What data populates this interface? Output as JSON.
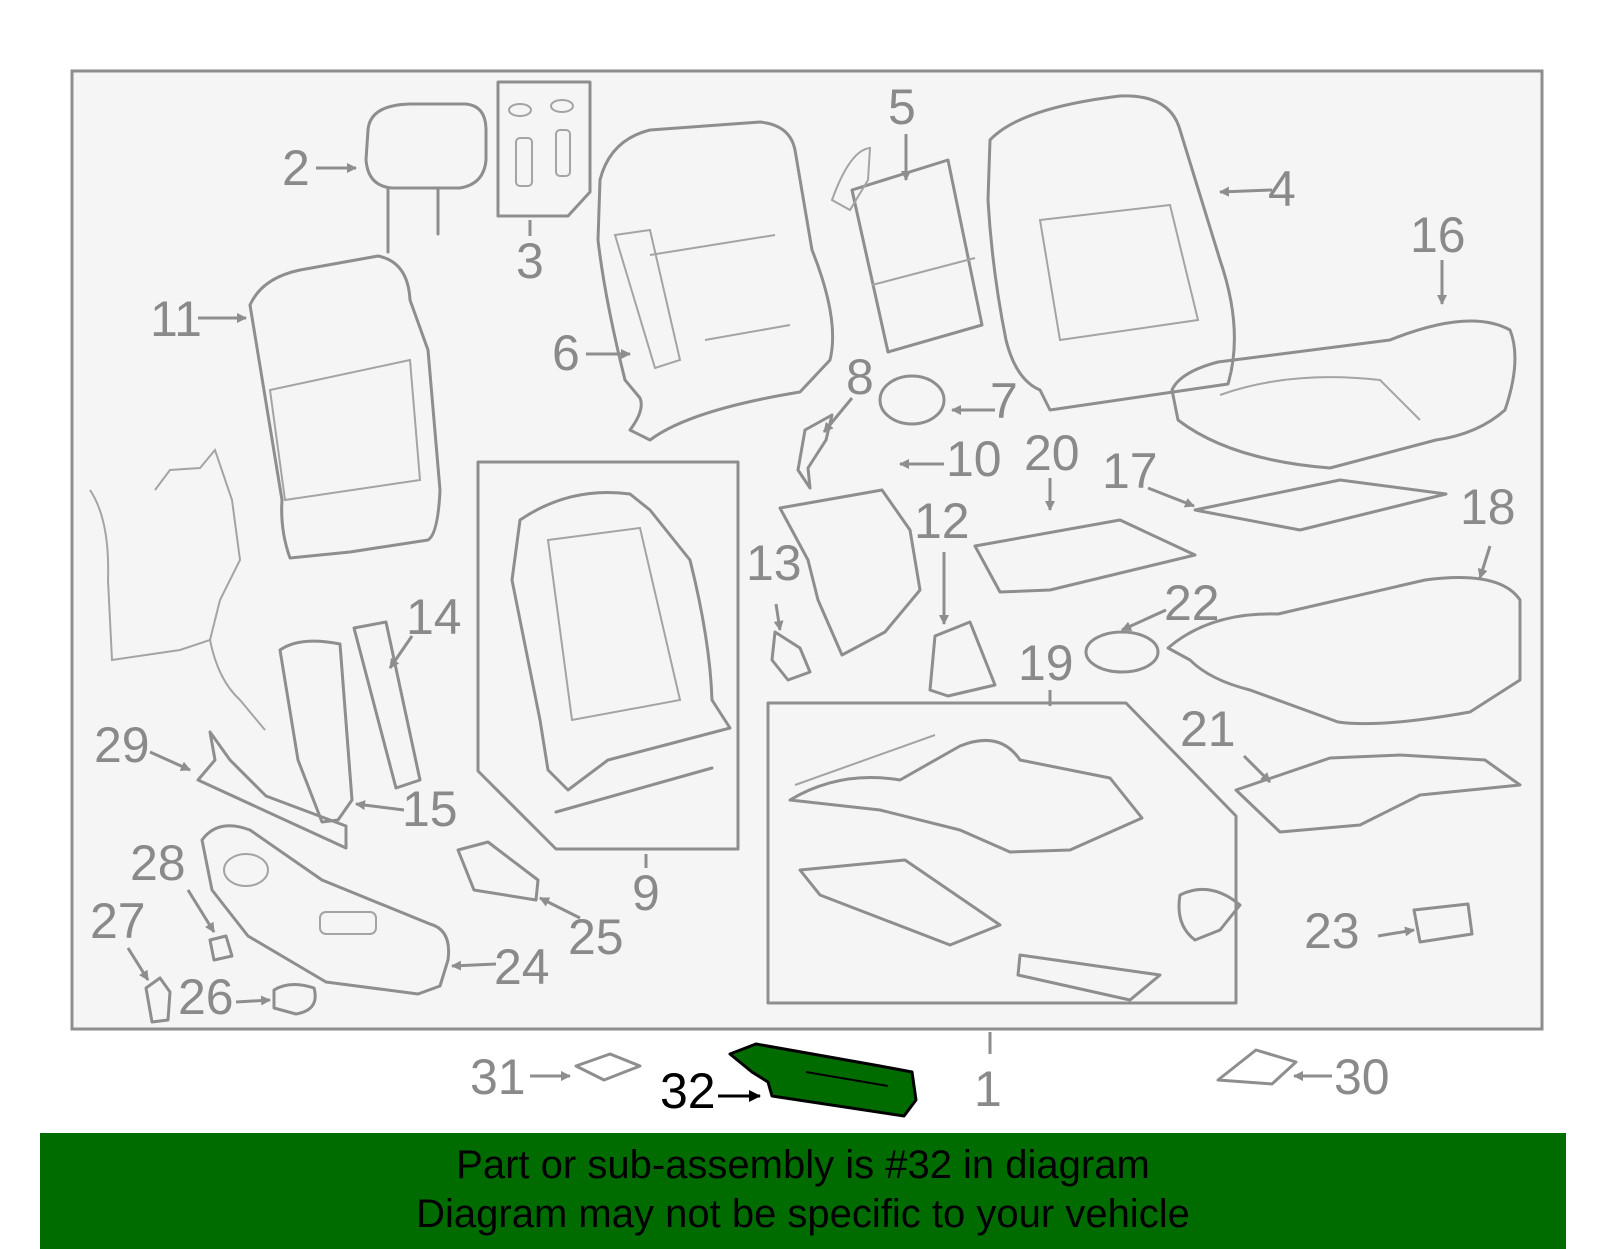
{
  "diagram": {
    "highlight_color": "#006c00",
    "highlighted_label": "32",
    "callouts": [
      "1",
      "2",
      "3",
      "4",
      "5",
      "6",
      "7",
      "8",
      "9",
      "10",
      "11",
      "12",
      "13",
      "14",
      "15",
      "16",
      "17",
      "18",
      "19",
      "20",
      "21",
      "22",
      "23",
      "24",
      "25",
      "26",
      "27",
      "28",
      "29",
      "30",
      "31",
      "32"
    ]
  },
  "banner": {
    "background_color": "#006c00",
    "line1": "Part or sub-assembly is #32 in diagram",
    "line2": "Diagram may not be specific to your vehicle"
  }
}
